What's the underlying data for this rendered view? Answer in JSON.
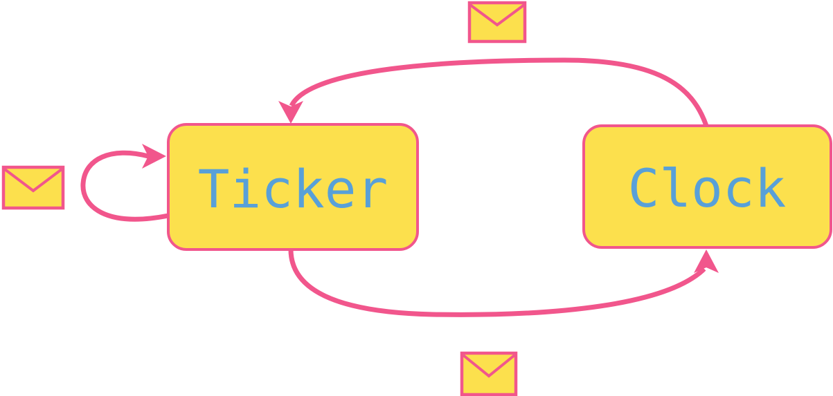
{
  "colors": {
    "pink": "#f1568c",
    "yellow": "#fce04d",
    "blue": "#58a0d8",
    "background": "#ffffff"
  },
  "diagram": {
    "nodes": [
      {
        "id": "ticker",
        "label": "Ticker"
      },
      {
        "id": "clock",
        "label": "Clock"
      }
    ],
    "edges": [
      {
        "id": "clock-to-ticker",
        "from": "Clock",
        "to": "Ticker",
        "shape": "top-arc"
      },
      {
        "id": "ticker-to-clock",
        "from": "Ticker",
        "to": "Clock",
        "shape": "bottom-arc"
      },
      {
        "id": "ticker-self-loop",
        "from": "Ticker",
        "to": "Ticker",
        "shape": "left-loop"
      }
    ],
    "icons": [
      {
        "id": "message-top",
        "name": "envelope-icon",
        "position": "top-center"
      },
      {
        "id": "message-left",
        "name": "envelope-icon",
        "position": "middle-left"
      },
      {
        "id": "message-bottom",
        "name": "envelope-icon",
        "position": "bottom-center"
      }
    ]
  }
}
